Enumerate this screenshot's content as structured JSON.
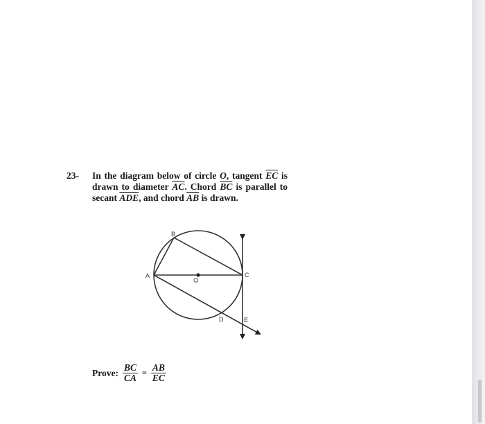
{
  "problem": {
    "number": "23-",
    "line1": {
      "pre": "In the diagram below of circle",
      "circle": "O",
      "mid": ", tangent",
      "tangent_seg": "EC",
      "post": "is"
    },
    "line2": {
      "pre": "drawn to diameter",
      "diam_seg": "AC",
      "mid": ". Chord",
      "chord_seg": "BC",
      "post": "is parallel to"
    },
    "line3": {
      "pre": "secant",
      "secant_seg": "ADE",
      "mid": ", and chord",
      "chord2_seg": "AB",
      "post": "is drawn."
    }
  },
  "diagram": {
    "labels": {
      "A": "A",
      "B": "B",
      "C": "C",
      "O": "O",
      "D": "D",
      "E": "E"
    }
  },
  "prove": {
    "label": "Prove:",
    "left_num": "BC",
    "left_den": "CA",
    "equals": "=",
    "right_num": "AB",
    "right_den": "EC"
  }
}
